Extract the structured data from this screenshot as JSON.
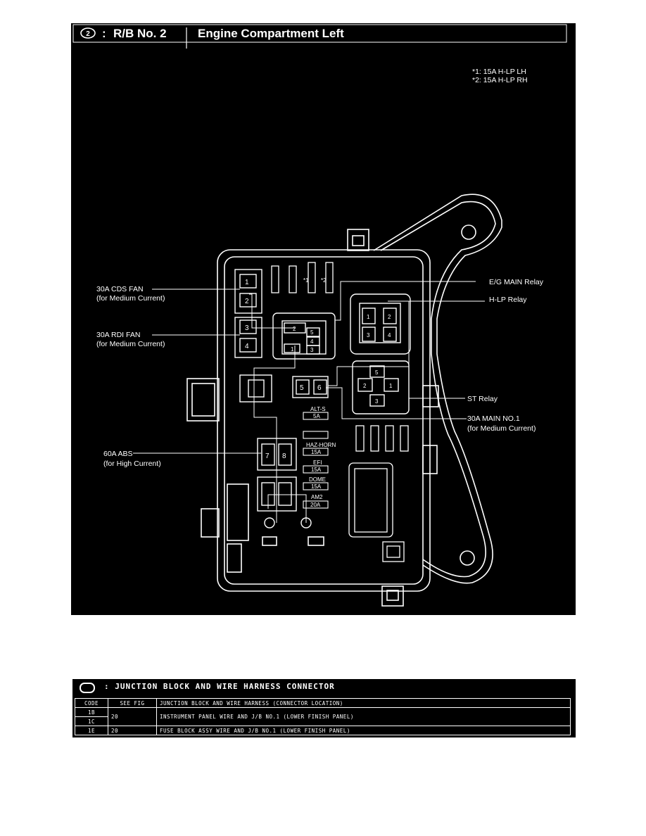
{
  "header": {
    "circle_number": "2",
    "rb_label": "R/B No. 2",
    "location": "Engine Compartment Left"
  },
  "notes": [
    "*1: 15A H-LP LH",
    "*2: 15A H-LP RH"
  ],
  "labels": {
    "cds_fan": "30A CDS FAN",
    "cds_fan_sub": "(for Medium Current)",
    "rdi_fan": "30A RDI FAN",
    "rdi_fan_sub": "(for Medium Current)",
    "abs": "60A ABS",
    "abs_sub": "(for High Current)",
    "eg_main_relay": "E/G MAIN Relay",
    "hlp_relay": "H-LP Relay",
    "st_relay": "ST Relay",
    "main_no1": "30A MAIN NO.1",
    "main_no1_sub": "(for Medium Current)"
  },
  "slot_numbers": {
    "s1": "1",
    "s2": "2",
    "s3": "3",
    "s4": "4",
    "s5": "5",
    "s6": "6",
    "s7": "7",
    "s8": "8"
  },
  "relay_eg": [
    "2",
    "5",
    "4",
    "1",
    "3"
  ],
  "relay_hlp": [
    "1",
    "2",
    "3",
    "4"
  ],
  "relay_st": [
    "5",
    "2",
    "1",
    "3"
  ],
  "top_marks": [
    "*1",
    "*2"
  ],
  "fuses": [
    {
      "name": "ALT-S",
      "amp": "5A"
    },
    {
      "name": "HAZ-HORN",
      "amp": "15A"
    },
    {
      "name": "EFI",
      "amp": "15A"
    },
    {
      "name": "DOME",
      "amp": "15A"
    },
    {
      "name": "AM2",
      "amp": "20A"
    }
  ],
  "junction": {
    "title": ": JUNCTION BLOCK AND WIRE HARNESS CONNECTOR",
    "headers": [
      "CODE",
      "SEE FIG",
      "JUNCTION BLOCK AND WIRE HARNESS (CONNECTOR LOCATION)"
    ],
    "rows": [
      {
        "codes": [
          "1B",
          "1C"
        ],
        "fig": "20",
        "desc": "INSTRUMENT PANEL WIRE AND J/B NO.1 (LOWER FINISH PANEL)"
      },
      {
        "codes": [
          "1E"
        ],
        "fig": "20",
        "desc": "FUSE BLOCK ASSY WIRE AND J/B NO.1 (LOWER FINISH PANEL)"
      }
    ]
  }
}
